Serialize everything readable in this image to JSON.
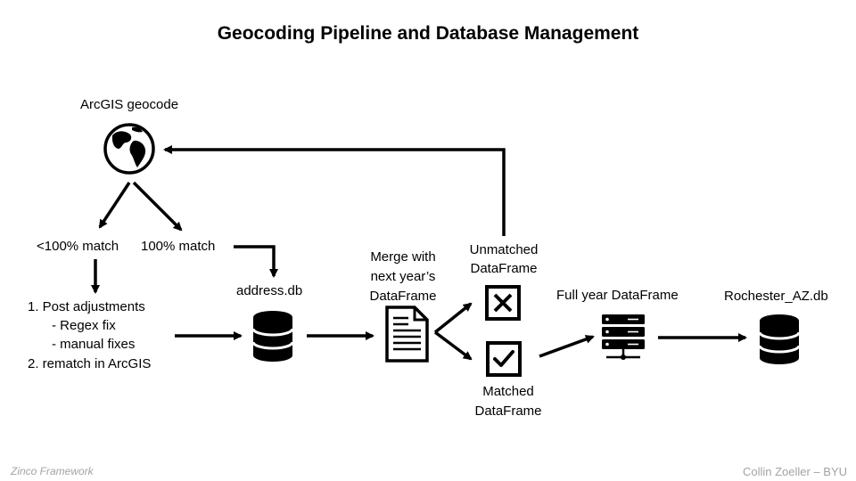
{
  "title": "Geocoding Pipeline and Database Management",
  "nodes": {
    "arcgis_label": "ArcGIS geocode",
    "partial_match": "<100% match",
    "full_match": "100% match",
    "post_steps": {
      "step1": "1.  Post adjustments",
      "sub1": "- Regex fix",
      "sub2": "- manual fixes",
      "step2": "2. rematch in ArcGIS"
    },
    "address_db": "address.db",
    "merge_line1": "Merge with",
    "merge_line2": "next year’s",
    "merge_line3": "DataFrame",
    "unmatched_line1": "Unmatched",
    "unmatched_line2": "DataFrame",
    "matched_line1": "Matched",
    "matched_line2": "DataFrame",
    "full_year": "Full year DataFrame",
    "rochester_db": "Rochester_AZ.db"
  },
  "icons": {
    "globe": "globe-icon",
    "address_db": "database-icon",
    "merge_doc": "document-icon",
    "unmatched": "x-box-icon",
    "matched": "checkbox-icon",
    "full_year": "server-icon",
    "rochester_db": "database-icon"
  },
  "footer": {
    "left": "Zinco Framework",
    "right": "Collin Zoeller – BYU"
  },
  "colors": {
    "ink": "#000000",
    "footer_text": "#a3a3a3",
    "background": "#ffffff"
  }
}
